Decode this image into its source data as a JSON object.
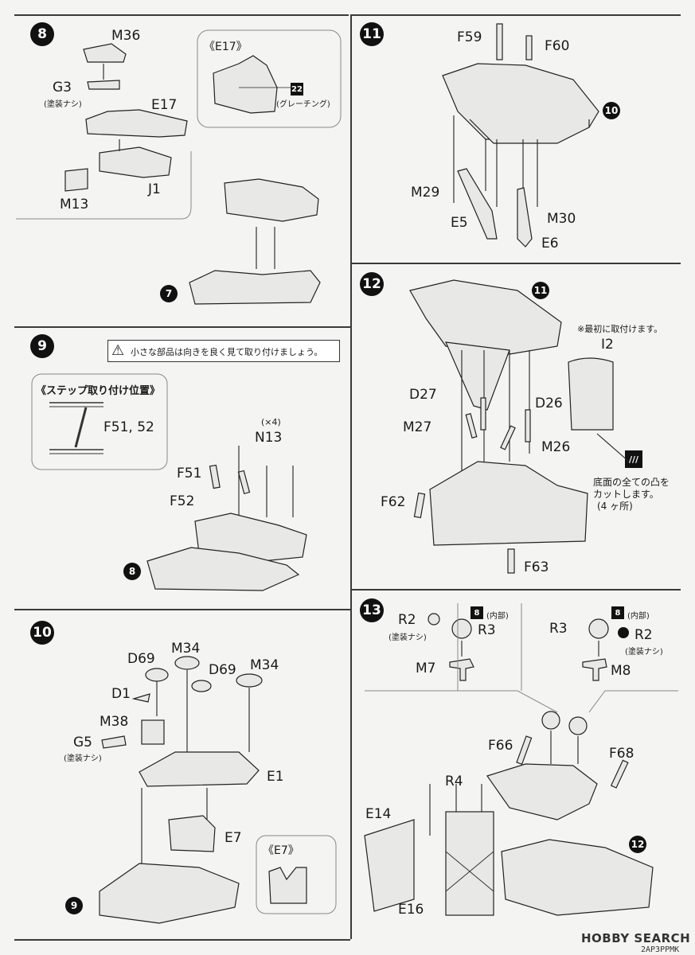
{
  "steps": {
    "s8": {
      "num": "8",
      "labels": {
        "m36": "M36",
        "g3": "G3",
        "g3_note": "(塗装ナシ)",
        "e17": "E17",
        "m13": "M13",
        "j1": "J1"
      },
      "inset_title": "《E17》",
      "inset_badge": "22",
      "inset_note": "(グレーチング)",
      "ref": "7"
    },
    "s9": {
      "num": "9",
      "warning": "小さな部品は向きを良く見て取り付けましょう。",
      "inset_title": "《ステップ取り付け位置》",
      "inset_label": "F51, 52",
      "labels": {
        "x4": "(×4)",
        "n13": "N13",
        "f51": "F51",
        "f52": "F52"
      },
      "ref": "8"
    },
    "s10": {
      "num": "10",
      "labels": {
        "d69a": "D69",
        "m34a": "M34",
        "d69b": "D69",
        "m34b": "M34",
        "d1": "D1",
        "m38": "M38",
        "g5": "G5",
        "g5_note": "(塗装ナシ)",
        "e1": "E1",
        "e7": "E7"
      },
      "inset_title": "《E7》",
      "ref": "9"
    },
    "s11": {
      "num": "11",
      "labels": {
        "f59": "F59",
        "f60": "F60",
        "m29": "M29",
        "e5": "E5",
        "m30": "M30",
        "e6": "E6"
      },
      "ref": "10"
    },
    "s12": {
      "num": "12",
      "labels": {
        "i2": "I2",
        "i2_note": "※最初に取付けます。",
        "d27": "D27",
        "d26": "D26",
        "m27": "M27",
        "m26": "M26",
        "f62": "F62",
        "f63": "F63"
      },
      "cut_note_1": "底面の全ての凸を",
      "cut_note_2": "カットします。",
      "cut_note_3": "(4 ヶ所)",
      "ref": "11"
    },
    "s13": {
      "num": "13",
      "labels": {
        "r2a": "R2",
        "r2a_note": "(塗装ナシ)",
        "r3a": "R3",
        "m7": "M7",
        "badge_a": "8",
        "inner_a": "(内部)",
        "r3b": "R3",
        "r2b": "R2",
        "r2b_note": "(塗装ナシ)",
        "m8": "M8",
        "badge_b": "8",
        "inner_b": "(内部)",
        "f66": "F66",
        "f68": "F68",
        "r4": "R4",
        "e14": "E14",
        "e16": "E16"
      },
      "ref": "12"
    }
  },
  "footer": {
    "brand": "HOBBY SEARCH",
    "code": "2AP3PPMK"
  }
}
